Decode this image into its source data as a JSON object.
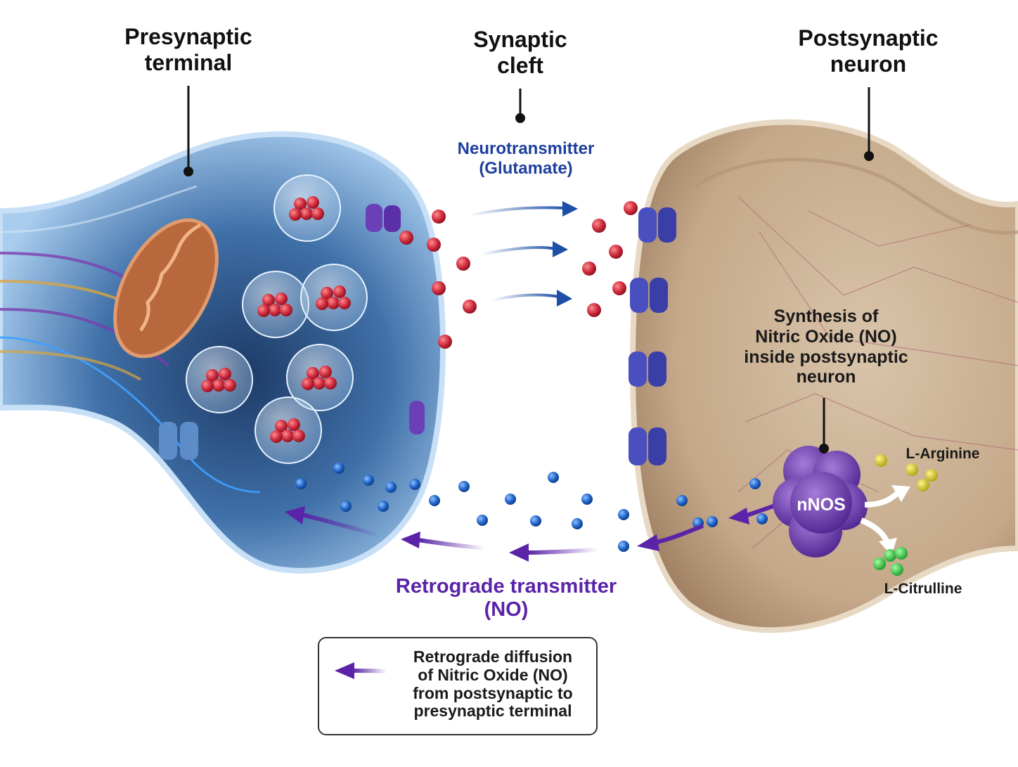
{
  "labels": {
    "presynaptic": [
      "Presynaptic",
      "terminal"
    ],
    "cleft": [
      "Synaptic",
      "cleft"
    ],
    "postsynaptic": [
      "Postsynaptic",
      "neuron"
    ],
    "neurotransmitter": [
      "Neurotransmitter",
      "(Glutamate)"
    ],
    "synthesis": [
      "Synthesis of",
      "Nitric Oxide (NO)",
      "inside postsynaptic",
      "neuron"
    ],
    "nnos": "nNOS",
    "arginine": "L-Arginine",
    "citrulline": "L-Citrulline",
    "retrograde": [
      "Retrograde transmitter",
      "(NO)"
    ]
  },
  "legend": {
    "text": [
      "Retrograde diffusion",
      "of Nitric Oxide (NO)",
      "from postsynaptic to",
      "presynaptic terminal"
    ]
  },
  "colors": {
    "presynaptic_body": "#6f9fd0",
    "postsynaptic_body": "#cdb59a",
    "glutamate": "#d0303f",
    "no_molecule": "#1f63c8",
    "retrograde_arrow": "#5a23a8",
    "forward_arrow": "#1e4fa8",
    "nnos": "#7446b0",
    "arginine": "#d4c21e",
    "citrulline": "#3cc24a",
    "mitochondrion": "#c87848",
    "receptor": "#4a4fc0"
  },
  "icons": [
    "vesicle-icon",
    "mitochondrion-icon",
    "receptor-icon",
    "arrow-icon"
  ]
}
